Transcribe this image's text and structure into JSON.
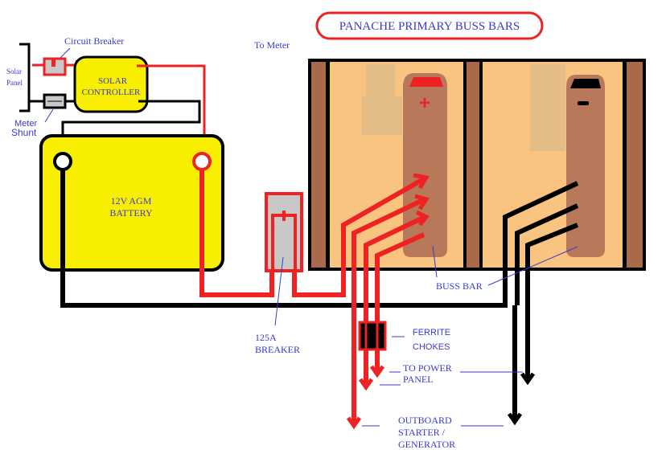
{
  "title": "PANACHE PRIMARY BUSS BARS",
  "labels": {
    "circuit_breaker": "Circuit Breaker",
    "solar_panel_line1": "Solar",
    "solar_panel_line2": "Panel",
    "meter_shunt_line1": "Meter",
    "meter_shunt_line2": "Shunt",
    "solar_controller_line1": "SOLAR",
    "solar_controller_line2": "CONTROLLER",
    "to_meter": "To Meter",
    "battery_line1": "12V AGM",
    "battery_line2": "BATTERY",
    "breaker_line1": "125A",
    "breaker_line2": "BREAKER",
    "buss_bar": "BUSS BAR",
    "ferrite_line1": "FERRITE",
    "ferrite_line2": "CHOKES",
    "power_panel_line1": "TO POWER",
    "power_panel_line2": "PANEL",
    "outboard_line1": "OUTBOARD",
    "outboard_line2": "STARTER /",
    "outboard_line3": "GENERATOR",
    "positive_symbol": "+",
    "negative_symbol": "−"
  },
  "colors": {
    "positive_wire": "#ee2222",
    "negative_wire": "#000000",
    "label_text": "#3a3ad0",
    "battery_fill": "#f8ee00",
    "buss_panel": "#f9c480",
    "buss_bar": "#b8785a",
    "buss_frame_post": "#a86a48",
    "breaker_fill": "#c8c8c8"
  }
}
